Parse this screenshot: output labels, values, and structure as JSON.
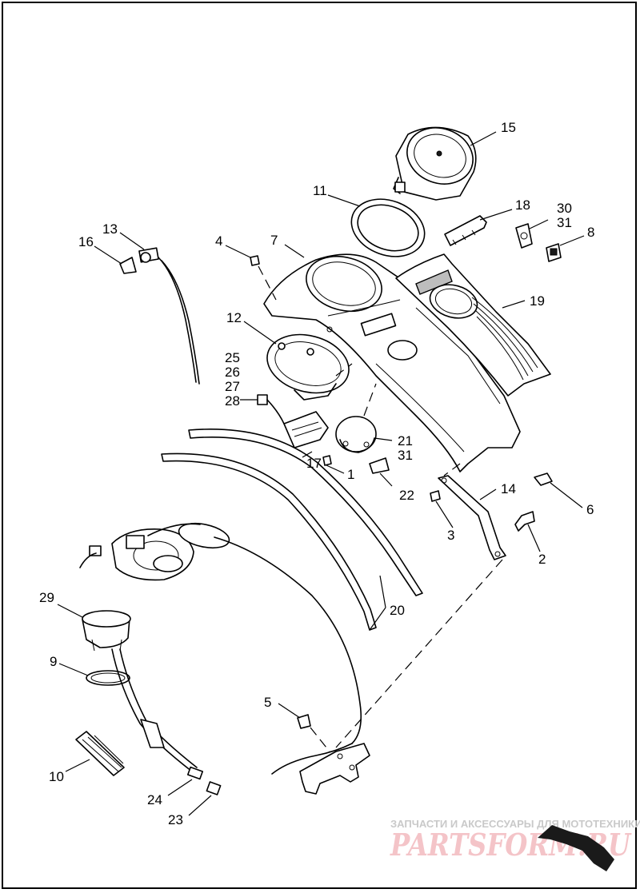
{
  "callouts": [
    {
      "id": "c1",
      "text": "1"
    },
    {
      "id": "c2",
      "text": "2"
    },
    {
      "id": "c3",
      "text": "3"
    },
    {
      "id": "c4",
      "text": "4"
    },
    {
      "id": "c5",
      "text": "5"
    },
    {
      "id": "c6",
      "text": "6"
    },
    {
      "id": "c7",
      "text": "7"
    },
    {
      "id": "c8",
      "text": "8"
    },
    {
      "id": "c9",
      "text": "9"
    },
    {
      "id": "c10",
      "text": "10"
    },
    {
      "id": "c11",
      "text": "11"
    },
    {
      "id": "c12",
      "text": "12"
    },
    {
      "id": "c13",
      "text": "13"
    },
    {
      "id": "c14",
      "text": "14"
    },
    {
      "id": "c15",
      "text": "15"
    },
    {
      "id": "c16",
      "text": "16"
    },
    {
      "id": "c17",
      "text": "17"
    },
    {
      "id": "c18",
      "text": "18"
    },
    {
      "id": "c19",
      "text": "19"
    },
    {
      "id": "c20",
      "text": "20"
    },
    {
      "id": "c21",
      "text": "21"
    },
    {
      "id": "c22",
      "text": "22"
    },
    {
      "id": "c23",
      "text": "23"
    },
    {
      "id": "c24",
      "text": "24"
    },
    {
      "id": "c25",
      "text": "25"
    },
    {
      "id": "c26",
      "text": "26"
    },
    {
      "id": "c27",
      "text": "27"
    },
    {
      "id": "c28",
      "text": "28"
    },
    {
      "id": "c29",
      "text": "29"
    },
    {
      "id": "c30",
      "text": "30"
    },
    {
      "id": "c31a",
      "text": "31"
    },
    {
      "id": "c31b",
      "text": "31"
    }
  ],
  "watermark": {
    "caption": "ЗАПЧАСТИ И АКСЕССУАРЫ ДЛЯ МОТОТЕХНИКИ",
    "brand": "PARTSFORM.RU"
  }
}
